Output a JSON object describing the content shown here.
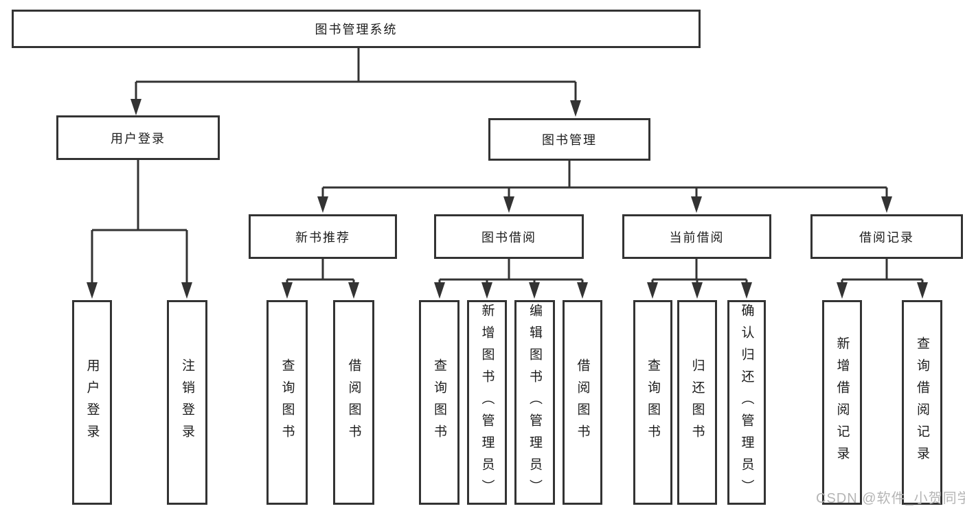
{
  "colors": {
    "line": "#333333",
    "text": "#1c1c1c",
    "box_bg": "#ffffff",
    "page_bg": "#ffffff",
    "watermark": "#b5b5b5"
  },
  "tree": {
    "root": {
      "label": "图书管理系统"
    },
    "children": [
      {
        "label": "用户登录",
        "children": [
          {
            "label": "用户登录"
          },
          {
            "label": "注销登录"
          }
        ]
      },
      {
        "label": "图书管理",
        "children": [
          {
            "label": "新书推荐",
            "children": [
              {
                "label": "查询图书"
              },
              {
                "label": "借阅图书"
              }
            ]
          },
          {
            "label": "图书借阅",
            "children": [
              {
                "label": "查询图书"
              },
              {
                "label": "新增图书（管理员）"
              },
              {
                "label": "编辑图书（管理员）"
              },
              {
                "label": "借阅图书"
              }
            ]
          },
          {
            "label": "当前借阅",
            "children": [
              {
                "label": "查询图书"
              },
              {
                "label": "归还图书"
              },
              {
                "label": "确认归还（管理员）"
              }
            ]
          },
          {
            "label": "借阅记录",
            "children": [
              {
                "label": "新增借阅记录"
              },
              {
                "label": "查询借阅记录"
              }
            ]
          }
        ]
      }
    ]
  },
  "watermark": {
    "text": "CSDN @软件_小贺同学"
  }
}
